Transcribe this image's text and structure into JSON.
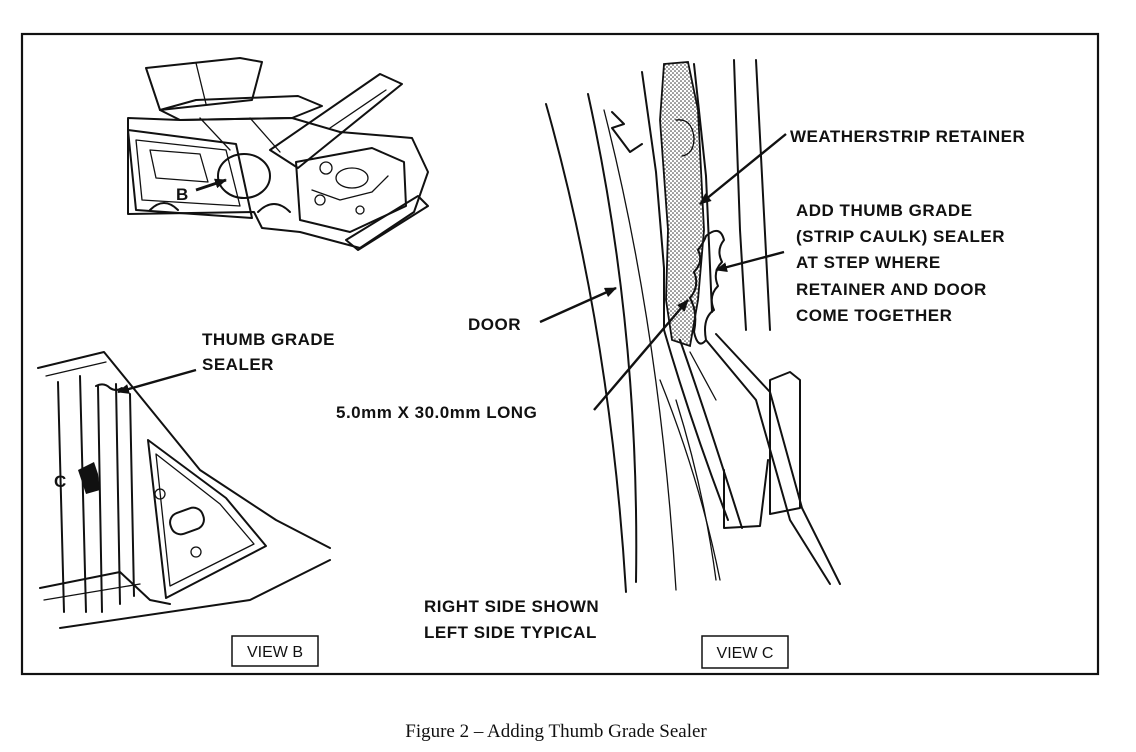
{
  "callouts": {
    "weatherstrip_retainer": "WEATHERSTRIP RETAINER",
    "add_thumb_grade_1": "ADD THUMB GRADE",
    "add_thumb_grade_2": "(STRIP CAULK) SEALER",
    "add_thumb_grade_3": "AT STEP WHERE",
    "add_thumb_grade_4": "RETAINER AND DOOR",
    "add_thumb_grade_5": "COME TOGETHER",
    "door": "DOOR",
    "thumb_grade_sealer_1": "THUMB GRADE",
    "thumb_grade_sealer_2": "SEALER",
    "dimension": "5.0mm X 30.0mm LONG",
    "right_side_shown": "RIGHT SIDE SHOWN",
    "left_side_typical": "LEFT SIDE TYPICAL",
    "marker_b": "B",
    "marker_c": "C"
  },
  "views": {
    "view_b": "VIEW B",
    "view_c": "VIEW C"
  },
  "caption": "Figure 2 – Adding Thumb Grade Sealer"
}
